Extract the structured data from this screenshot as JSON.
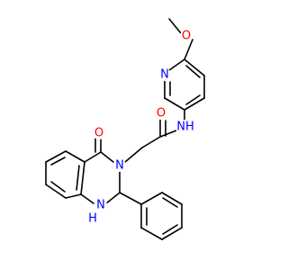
{
  "atoms": {
    "methoxy_o": {
      "symbol": "O"
    },
    "pyridine_n": {
      "symbol": "N"
    },
    "amide_n": {
      "symbol": "NH"
    },
    "amide_o": {
      "symbol": "O"
    },
    "ring_n3": {
      "symbol": "N"
    },
    "ring_c4_o": {
      "symbol": "O"
    },
    "ring_n1_h": {
      "symbol": "H"
    },
    "ring_n1": {
      "symbol": "N"
    }
  },
  "colors": {
    "bond": "#000000",
    "oxygen": "#ff0000",
    "nitrogen": "#0000ff",
    "background": "#ffffff"
  }
}
